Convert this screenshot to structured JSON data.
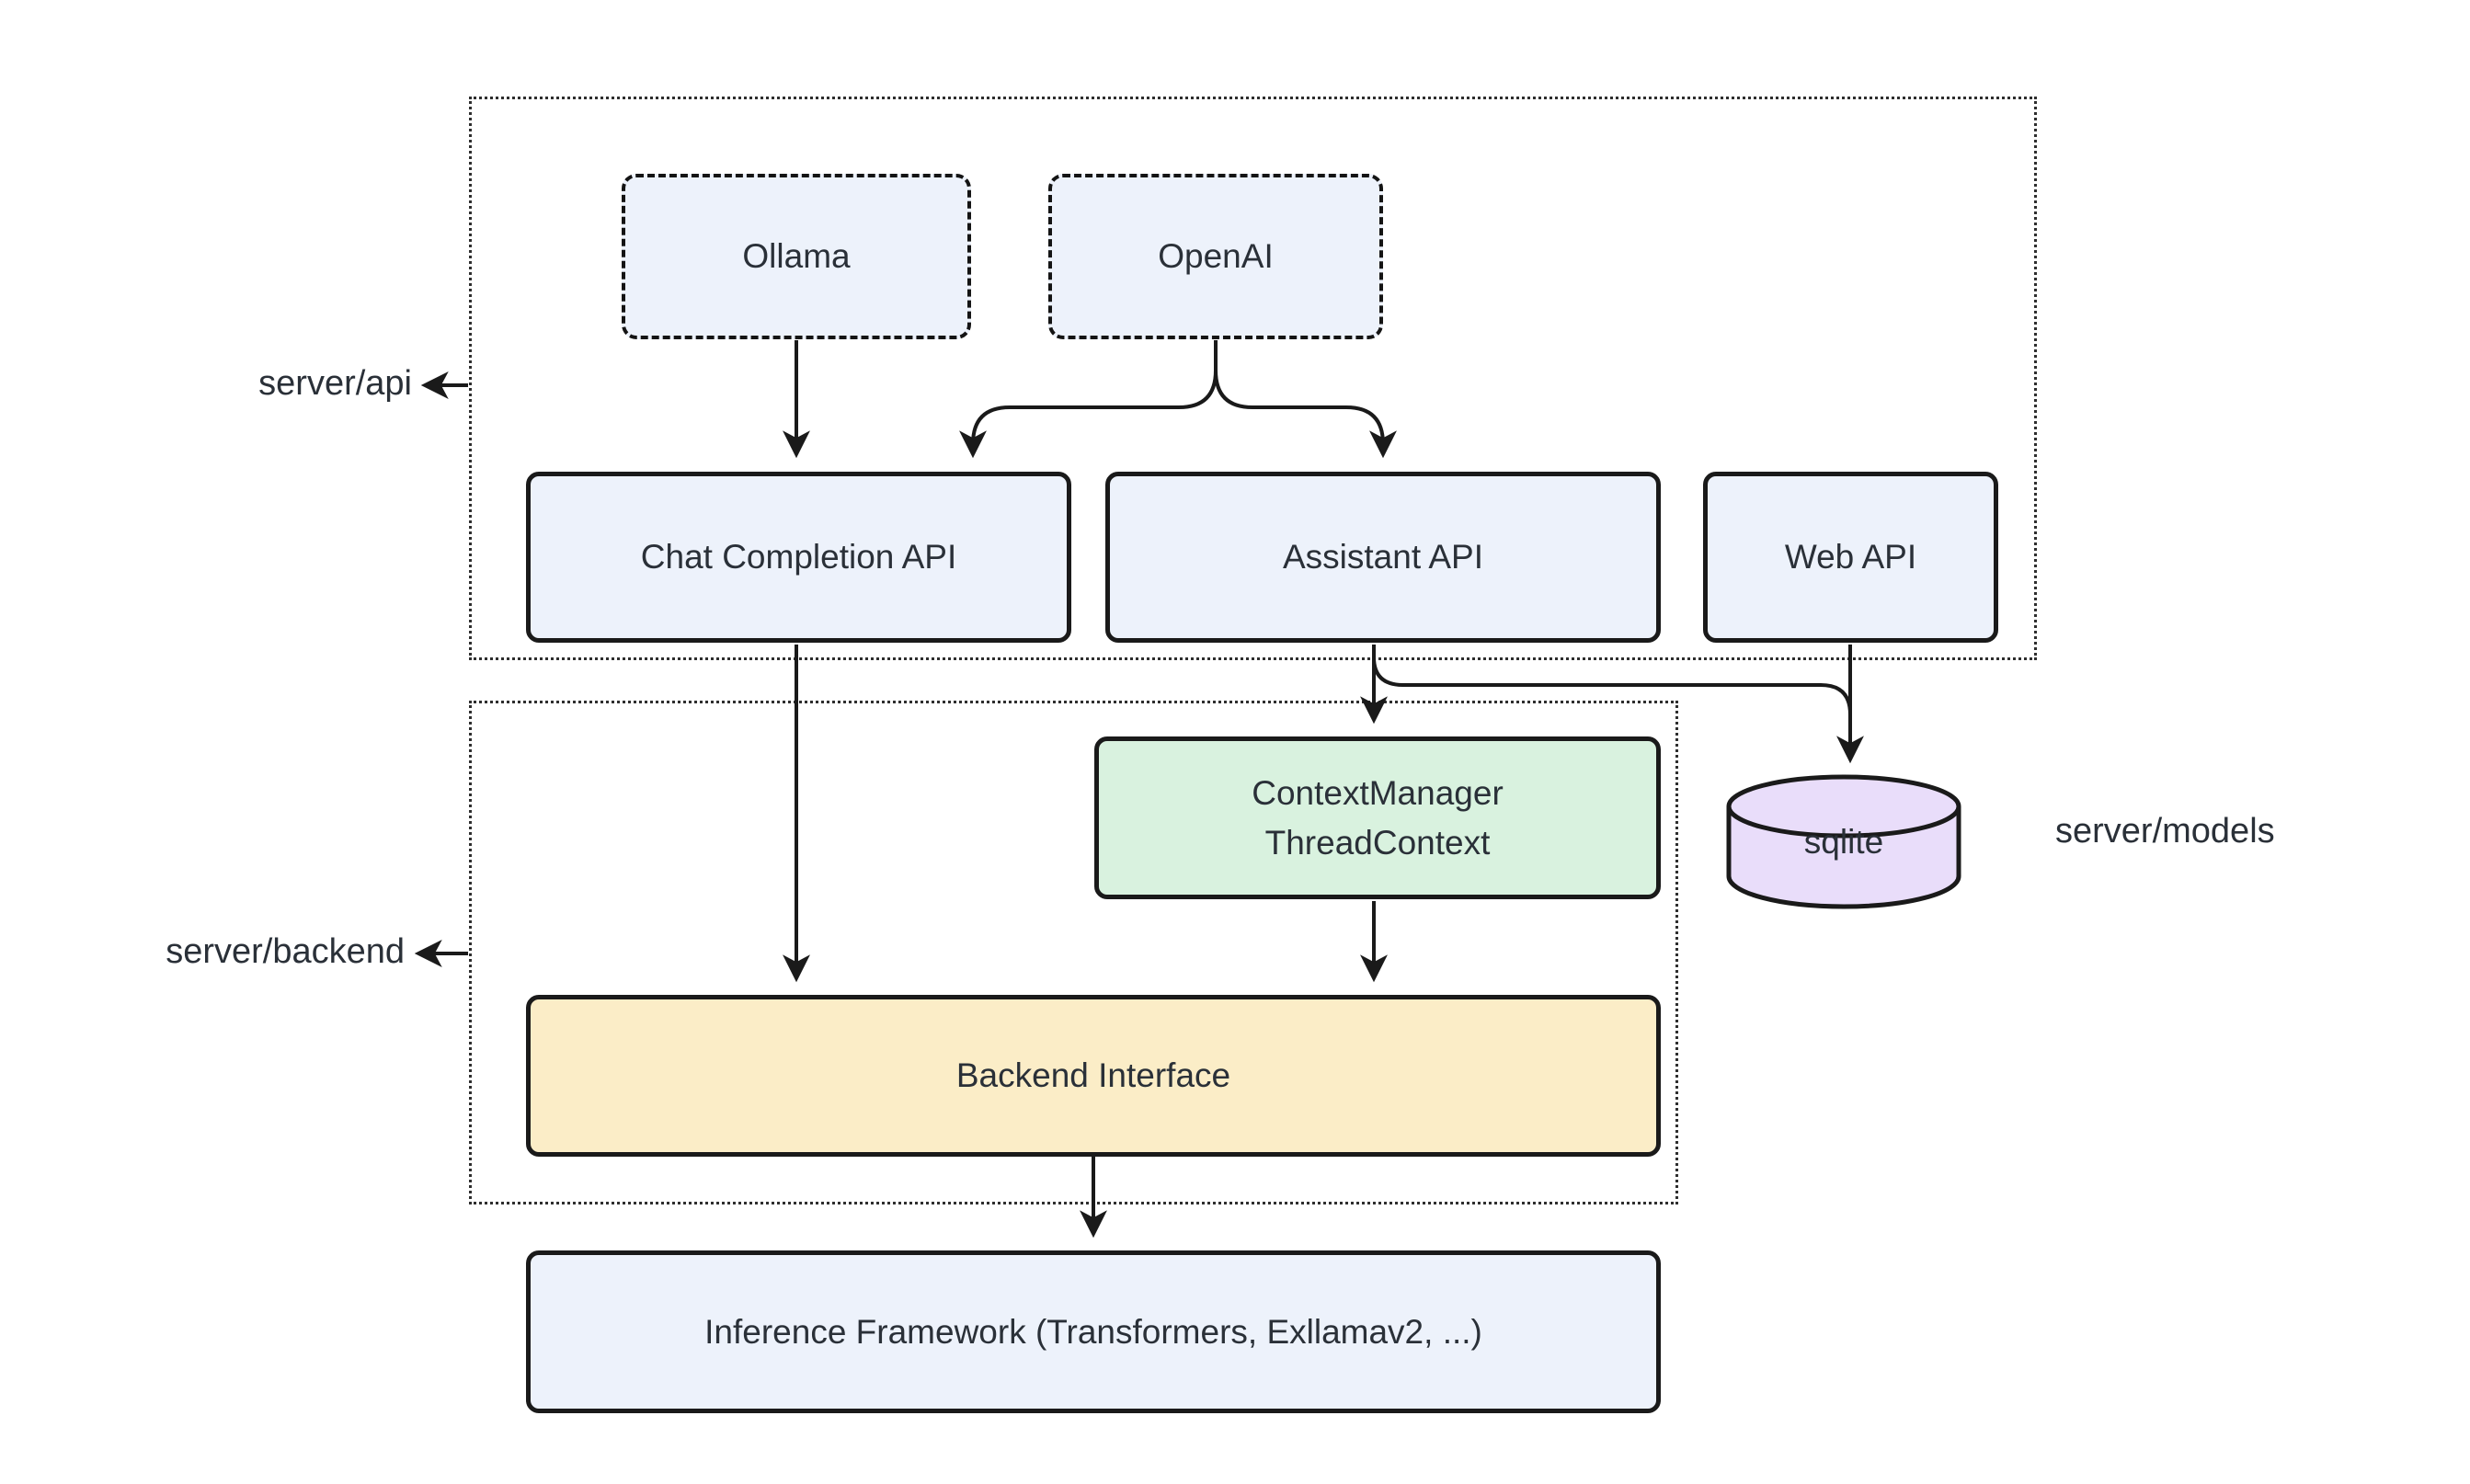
{
  "diagram": {
    "title_hint": "server architecture diagram",
    "containers": {
      "api": {
        "label": "server/api"
      },
      "backend": {
        "label": "server/backend"
      },
      "models": {
        "label": "server/models"
      }
    },
    "nodes": {
      "ollama": {
        "label": "Ollama",
        "style": "dashed-blue"
      },
      "openai": {
        "label": "OpenAI",
        "style": "dashed-blue"
      },
      "chat_api": {
        "label": "Chat Completion API",
        "style": "solid-blue"
      },
      "assistant_api": {
        "label": "Assistant API",
        "style": "solid-blue"
      },
      "web_api": {
        "label": "Web API",
        "style": "solid-blue"
      },
      "context_manager": {
        "line1": "ContextManager",
        "line2": "ThreadContext",
        "style": "solid-green"
      },
      "backend_interface": {
        "label": "Backend Interface",
        "style": "solid-yellow"
      },
      "inference": {
        "label": "Inference Framework (Transformers, Exllamav2, ...)",
        "style": "solid-blue"
      },
      "sqlite": {
        "label": "sqlite",
        "style": "cylinder-purple"
      }
    },
    "edges": [
      {
        "from": "ollama",
        "to": "chat_api"
      },
      {
        "from": "openai",
        "to": "chat_api"
      },
      {
        "from": "openai",
        "to": "assistant_api"
      },
      {
        "from": "chat_api",
        "to": "backend_interface"
      },
      {
        "from": "assistant_api",
        "to": "context_manager"
      },
      {
        "from": "assistant_api",
        "to": "sqlite"
      },
      {
        "from": "web_api",
        "to": "sqlite"
      },
      {
        "from": "context_manager",
        "to": "backend_interface"
      },
      {
        "from": "backend_interface",
        "to": "inference"
      }
    ],
    "colors": {
      "node_blue": "#edf2fb",
      "node_green": "#d9f2df",
      "node_yellow": "#fbedc7",
      "node_purple": "#e9ddfa",
      "stroke": "#1a1a1a",
      "text": "#2a3038"
    }
  }
}
